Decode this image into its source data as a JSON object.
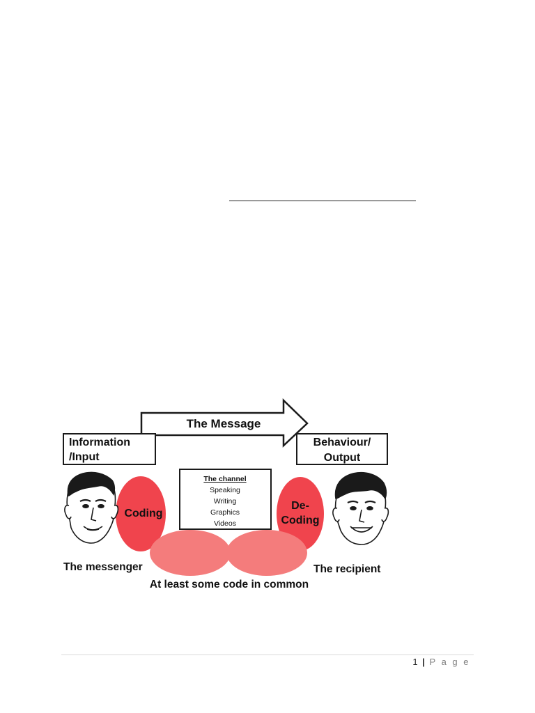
{
  "diagram": {
    "message_label": "The Message",
    "input_box": [
      "Information",
      "/Input"
    ],
    "output_box": [
      "Behaviour/",
      "Output"
    ],
    "coding_label": "Coding",
    "decoding_label": [
      "De-",
      "Coding"
    ],
    "channel": {
      "title": "The channel",
      "items": [
        "Speaking",
        "Writing",
        "Graphics",
        "Videos"
      ]
    },
    "messenger_label": "The messenger",
    "recipient_label": "The recipient",
    "common_code_label": "At least some code in common",
    "colors": {
      "coding_fill": "#f0444d",
      "common_fill": "#f47c7c"
    }
  },
  "footer": {
    "page_number": "1",
    "separator": "|",
    "page_word": "P a g e"
  }
}
